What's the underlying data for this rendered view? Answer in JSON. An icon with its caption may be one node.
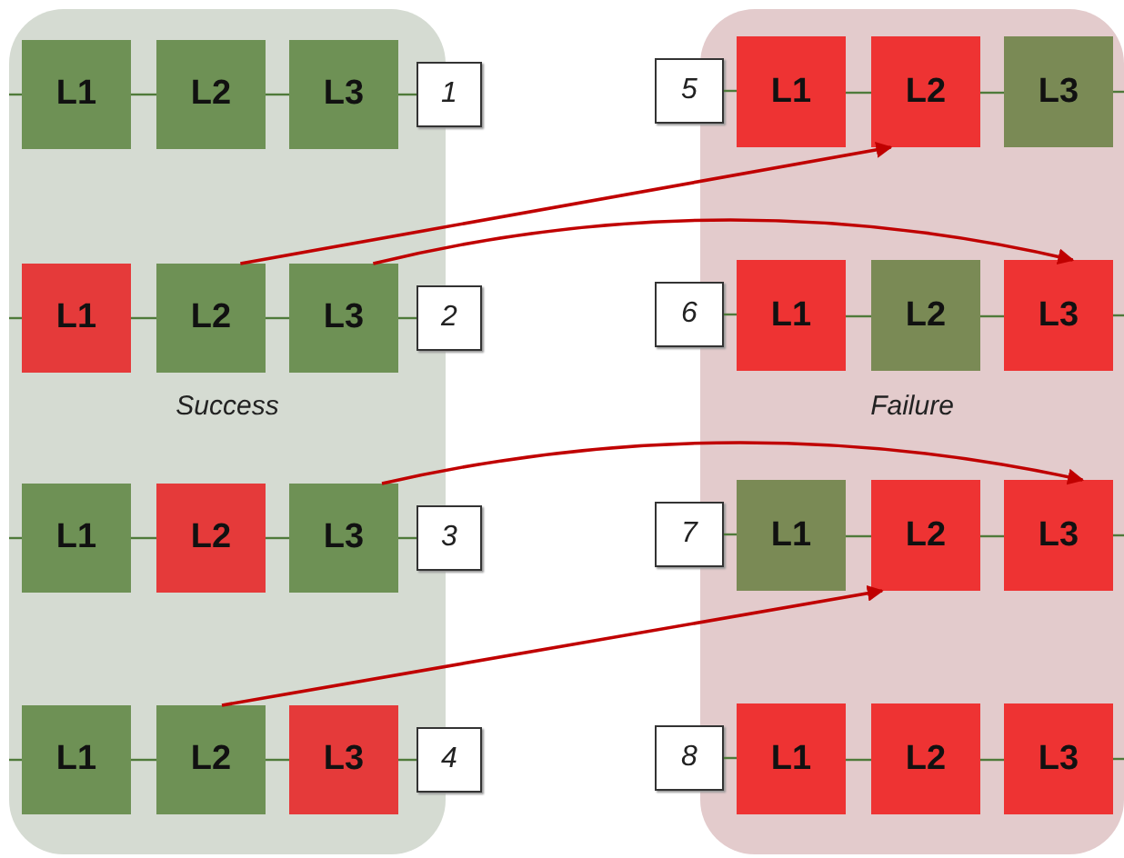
{
  "diagram": {
    "nodes": [
      {
        "text": [
          "Success"
        ]
      },
      {
        "text": [
          "Failure"
        ]
      },
      {
        "text": [
          "L1"
        ],
        "in": 0
      },
      {
        "text": [
          "L2"
        ],
        "in": 0
      },
      {
        "text": [
          "L3"
        ],
        "in": 0
      },
      {
        "text": [
          "1"
        ]
      },
      {
        "text": [
          "5"
        ]
      },
      {
        "text": [
          "L1"
        ],
        "in": 1
      },
      {
        "text": [
          "L2"
        ],
        "in": 1
      },
      {
        "text": [
          "L3"
        ],
        "in": 1
      },
      {
        "text": [
          "L1"
        ],
        "in": 0
      },
      {
        "text": [
          "L2"
        ],
        "in": 0
      },
      {
        "text": [
          "L3"
        ],
        "in": 0
      },
      {
        "text": [
          "2"
        ]
      },
      {
        "text": [
          "6"
        ]
      },
      {
        "text": [
          "L1"
        ],
        "in": 1
      },
      {
        "text": [
          "L2"
        ],
        "in": 1
      },
      {
        "text": [
          "L3"
        ],
        "in": 1
      },
      {
        "text": [
          "L1"
        ],
        "in": 0
      },
      {
        "text": [
          "L2"
        ],
        "in": 0
      },
      {
        "text": [
          "L3"
        ],
        "in": 0
      },
      {
        "text": [
          "3"
        ]
      },
      {
        "text": [
          "7"
        ]
      },
      {
        "text": [
          "L1"
        ],
        "in": 1
      },
      {
        "text": [
          "L2"
        ],
        "in": 1
      },
      {
        "text": [
          "L3"
        ],
        "in": 1
      },
      {
        "text": [
          "L1"
        ],
        "in": 0
      },
      {
        "text": [
          "L2"
        ],
        "in": 0
      },
      {
        "text": [
          "L3"
        ],
        "in": 0
      },
      {
        "text": [
          "4"
        ]
      },
      {
        "text": [
          "8"
        ]
      },
      {
        "text": [
          "L1"
        ],
        "in": 1
      },
      {
        "text": [
          "L2"
        ],
        "in": 1
      },
      {
        "text": [
          "L3"
        ],
        "in": 1
      }
    ],
    "edges": [
      {
        "from": 11,
        "to": 8,
        "arrow": "to",
        "color": "#c00000"
      },
      {
        "from": 12,
        "to": 17,
        "arrow": "to",
        "color": "#c00000"
      },
      {
        "from": 20,
        "to": 25,
        "arrow": "to",
        "color": "#c00000"
      },
      {
        "from": 27,
        "to": 24,
        "arrow": "to",
        "color": "#c00000"
      },
      {
        "from": null,
        "to": 2,
        "arrow": "none"
      },
      {
        "from": 2,
        "to": 3,
        "arrow": "none"
      },
      {
        "from": 3,
        "to": 4,
        "arrow": "none"
      },
      {
        "from": 4,
        "to": 5,
        "arrow": "none"
      },
      {
        "from": 6,
        "to": 7,
        "arrow": "none"
      },
      {
        "from": 7,
        "to": 8,
        "arrow": "none"
      },
      {
        "from": 8,
        "to": 9,
        "arrow": "none"
      },
      {
        "from": 9,
        "to": null,
        "arrow": "none"
      },
      {
        "from": null,
        "to": 10,
        "arrow": "none"
      },
      {
        "from": 10,
        "to": 11,
        "arrow": "none"
      },
      {
        "from": 11,
        "to": 12,
        "arrow": "none"
      },
      {
        "from": 12,
        "to": 13,
        "arrow": "none"
      },
      {
        "from": 14,
        "to": 15,
        "arrow": "none"
      },
      {
        "from": 15,
        "to": 16,
        "arrow": "none"
      },
      {
        "from": 16,
        "to": 17,
        "arrow": "none"
      },
      {
        "from": 17,
        "to": null,
        "arrow": "none"
      },
      {
        "from": null,
        "to": 18,
        "arrow": "none"
      },
      {
        "from": 18,
        "to": 19,
        "arrow": "none"
      },
      {
        "from": 19,
        "to": 20,
        "arrow": "none"
      },
      {
        "from": 20,
        "to": 21,
        "arrow": "none"
      },
      {
        "from": 22,
        "to": 23,
        "arrow": "none"
      },
      {
        "from": 23,
        "to": 24,
        "arrow": "none"
      },
      {
        "from": 24,
        "to": 25,
        "arrow": "none"
      },
      {
        "from": 25,
        "to": null,
        "arrow": "none"
      },
      {
        "from": null,
        "to": 26,
        "arrow": "none"
      },
      {
        "from": 26,
        "to": 27,
        "arrow": "none"
      },
      {
        "from": 27,
        "to": 28,
        "arrow": "none"
      },
      {
        "from": 28,
        "to": 29,
        "arrow": "none"
      },
      {
        "from": 30,
        "to": 31,
        "arrow": "none"
      },
      {
        "from": 31,
        "to": 32,
        "arrow": "none"
      },
      {
        "from": 32,
        "to": 33,
        "arrow": "none"
      },
      {
        "from": 33,
        "to": null,
        "arrow": "none"
      }
    ]
  }
}
